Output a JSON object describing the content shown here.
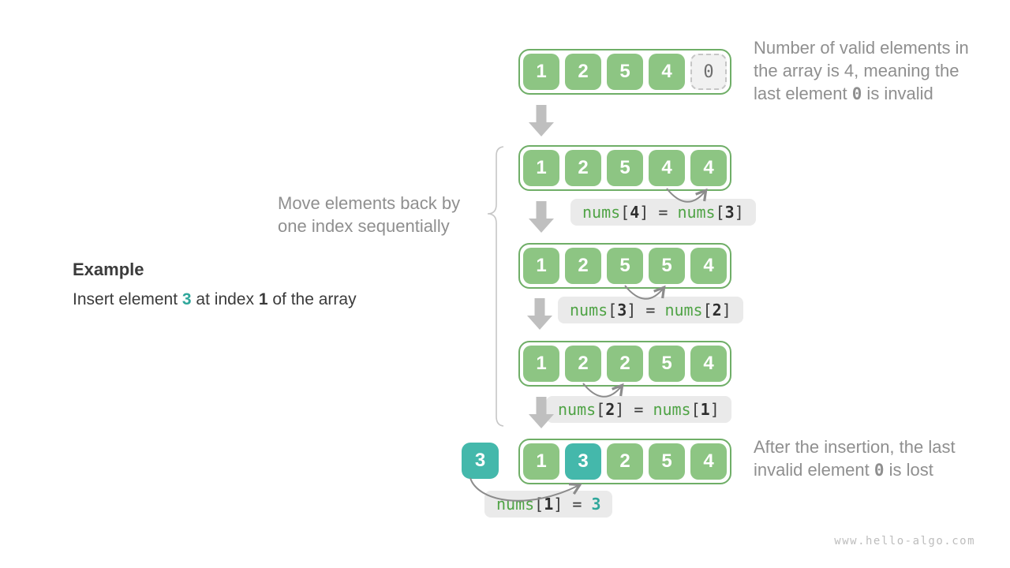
{
  "example": {
    "title": "Example",
    "desc": [
      {
        "t": "Insert element ",
        "c": "plain"
      },
      {
        "t": "3",
        "c": "teal-bold"
      },
      {
        "t": " at index ",
        "c": "plain"
      },
      {
        "t": "1",
        "c": "bold"
      },
      {
        "t": " of the array",
        "c": "plain"
      }
    ]
  },
  "move_note": {
    "line1": "Move elements back by",
    "line2": "one index sequentially"
  },
  "note_top": {
    "line1": [
      {
        "t": "Number of valid elements in"
      }
    ],
    "line2": [
      {
        "t": "the array is 4, meaning the"
      }
    ],
    "line3": [
      {
        "t": "last element ",
        "c": "plain"
      },
      {
        "t": "0",
        "c": "code"
      },
      {
        "t": " is invalid",
        "c": "plain"
      }
    ]
  },
  "note_bottom": {
    "line1": [
      {
        "t": "After the insertion, the last"
      }
    ],
    "line2": [
      {
        "t": "invalid element ",
        "c": "plain"
      },
      {
        "t": "0",
        "c": "code"
      },
      {
        "t": " is lost",
        "c": "plain"
      }
    ]
  },
  "arrays": [
    {
      "cells": [
        {
          "v": "1"
        },
        {
          "v": "2"
        },
        {
          "v": "5"
        },
        {
          "v": "4"
        },
        {
          "v": "0",
          "type": "invalid"
        }
      ]
    },
    {
      "cells": [
        {
          "v": "1"
        },
        {
          "v": "2"
        },
        {
          "v": "5"
        },
        {
          "v": "4"
        },
        {
          "v": "4"
        }
      ]
    },
    {
      "cells": [
        {
          "v": "1"
        },
        {
          "v": "2"
        },
        {
          "v": "5"
        },
        {
          "v": "5"
        },
        {
          "v": "4"
        }
      ]
    },
    {
      "cells": [
        {
          "v": "1"
        },
        {
          "v": "2"
        },
        {
          "v": "2"
        },
        {
          "v": "5"
        },
        {
          "v": "4"
        }
      ]
    },
    {
      "cells": [
        {
          "v": "1"
        },
        {
          "v": "3",
          "type": "teal"
        },
        {
          "v": "2"
        },
        {
          "v": "5"
        },
        {
          "v": "4"
        }
      ]
    }
  ],
  "inserted": {
    "value": "3"
  },
  "labels": [
    {
      "segments": [
        {
          "t": "nums",
          "c": "fn"
        },
        {
          "t": "[",
          "c": "br"
        },
        {
          "t": "4",
          "c": "idx"
        },
        {
          "t": "]",
          "c": "br"
        },
        {
          "t": " = ",
          "c": "br"
        },
        {
          "t": "nums",
          "c": "fn"
        },
        {
          "t": "[",
          "c": "br"
        },
        {
          "t": "3",
          "c": "idx"
        },
        {
          "t": "]",
          "c": "br"
        }
      ]
    },
    {
      "segments": [
        {
          "t": "nums",
          "c": "fn"
        },
        {
          "t": "[",
          "c": "br"
        },
        {
          "t": "3",
          "c": "idx"
        },
        {
          "t": "]",
          "c": "br"
        },
        {
          "t": " = ",
          "c": "br"
        },
        {
          "t": "nums",
          "c": "fn"
        },
        {
          "t": "[",
          "c": "br"
        },
        {
          "t": "2",
          "c": "idx"
        },
        {
          "t": "]",
          "c": "br"
        }
      ]
    },
    {
      "segments": [
        {
          "t": "nums",
          "c": "fn"
        },
        {
          "t": "[",
          "c": "br"
        },
        {
          "t": "2",
          "c": "idx"
        },
        {
          "t": "]",
          "c": "br"
        },
        {
          "t": " = ",
          "c": "br"
        },
        {
          "t": "nums",
          "c": "fn"
        },
        {
          "t": "[",
          "c": "br"
        },
        {
          "t": "1",
          "c": "idx"
        },
        {
          "t": "]",
          "c": "br"
        }
      ]
    },
    {
      "segments": [
        {
          "t": "nums",
          "c": "fn"
        },
        {
          "t": "[",
          "c": "br"
        },
        {
          "t": "1",
          "c": "idx"
        },
        {
          "t": "]",
          "c": "br"
        },
        {
          "t": " = ",
          "c": "br"
        },
        {
          "t": "3",
          "c": "teal-val"
        }
      ]
    }
  ],
  "watermark": "www.hello-algo.com",
  "colors": {
    "cell-green": "#8dc583",
    "green-border": "#6fae67",
    "teal": "#44b8ab",
    "teal-text": "#2fa79b",
    "label-bg": "#eaeaea",
    "code-green": "#4fa345",
    "dark-text": "#3b3b3b",
    "gray-text": "#8f8f8f",
    "block-arrow": "#bfbfbf",
    "arc-gray": "#8c8c8c",
    "brace-gray": "#c6c6c6",
    "invalid-bg": "#f1f1f1",
    "invalid-border": "#c6c6c6",
    "invalid-text": "#6f6f6f",
    "watermark-gray": "#bdbdbd",
    "canvas-bg": "#ffffff"
  }
}
